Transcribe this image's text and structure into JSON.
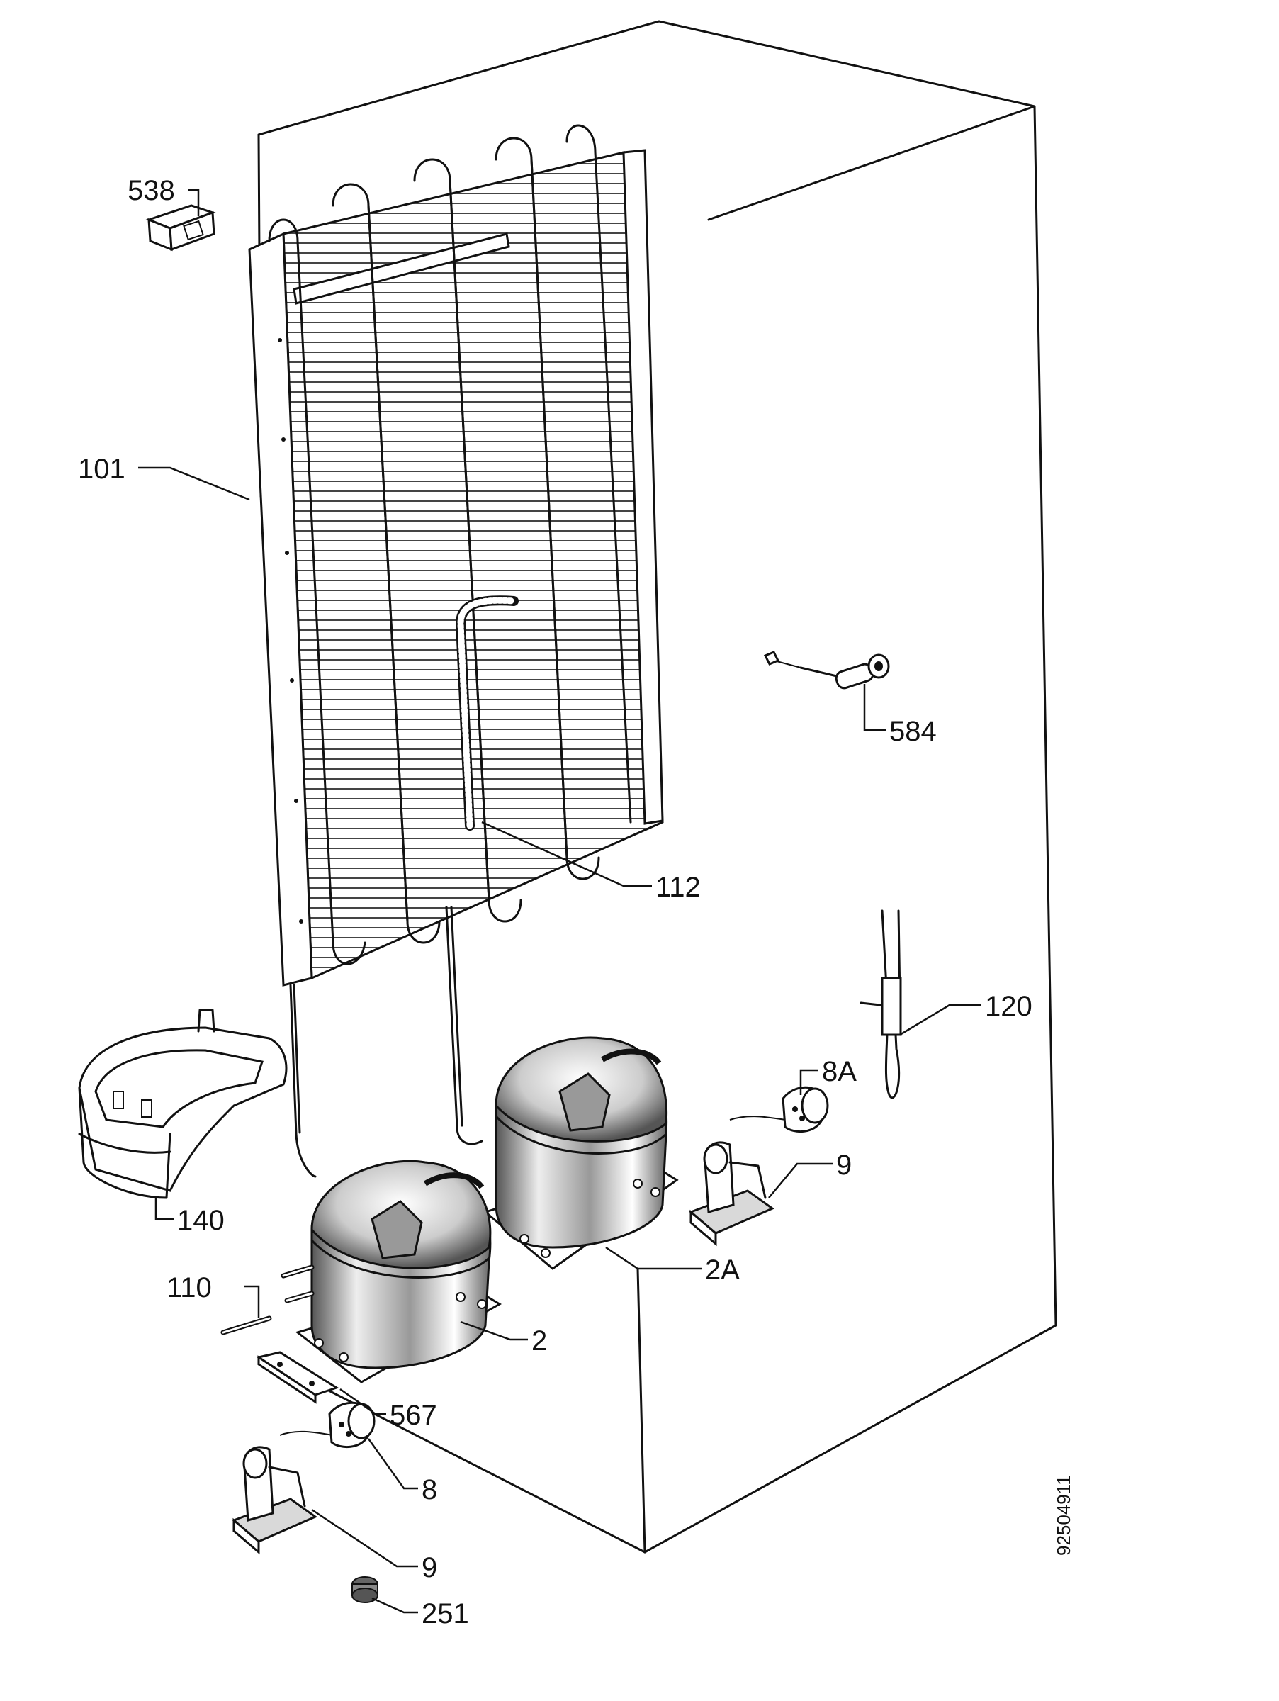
{
  "labels": {
    "p538": "538",
    "p101": "101",
    "p584": "584",
    "p112": "112",
    "p120": "120",
    "p8A": "8A",
    "p140": "140",
    "p9a": "9",
    "p2A": "2A",
    "p110": "110",
    "p2": "2",
    "p567": "567",
    "p8": "8",
    "p9b": "9",
    "p251": "251"
  },
  "doc_id": "92504911"
}
